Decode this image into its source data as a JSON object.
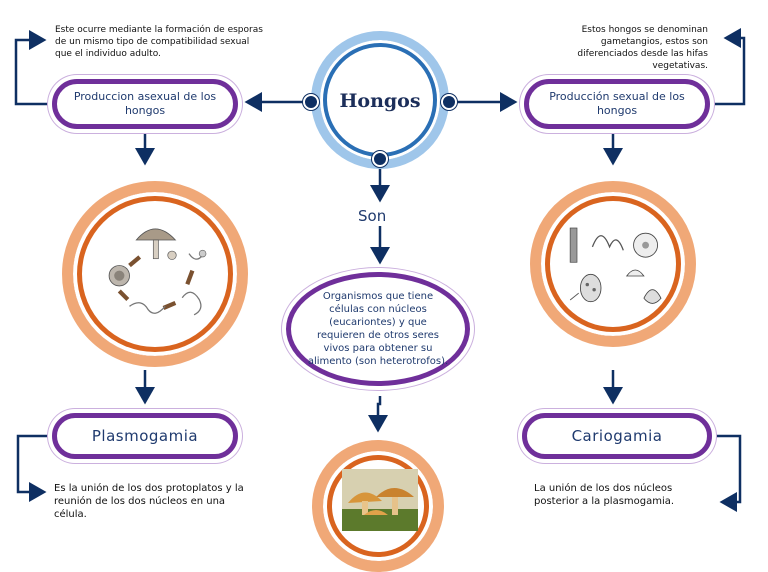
{
  "title": "Hongos",
  "connector": "Son",
  "center_definition": "Organismos que tiene células con núcleos (eucariontes) y que requieren de otros seres vivos para obtener su alimento (son heterotrofos).",
  "left": {
    "note": "Este ocurre mediante la formación de esporas de un mismo tipo de compatibilidad sexual que el individuo adulto.",
    "title": "Produccion asexual de los hongos",
    "stage": "Plasmogamia",
    "stage_note": "Es la unión de los dos protoplatos y la reunión de los dos núcleos en una célula."
  },
  "right": {
    "note": "Estos hongos se denominan gametangios, estos son diferenciados desde las hifas vegetativas.",
    "title": "Producción sexual de los hongos",
    "stage": "Cariogamia",
    "stage_note": "La unión de los dos núcleos posterior a la plasmogamia."
  },
  "colors": {
    "purple": "#6f2f9a",
    "navy": "#0e2f62",
    "blue_ring": "#2a6fb5",
    "orange_ring": "#d9641f",
    "text_blue": "#1f3a6e"
  },
  "icons": [
    "mushroom-life-cycle-illustration",
    "fungal-structures-illustration",
    "mushroom-photo"
  ]
}
